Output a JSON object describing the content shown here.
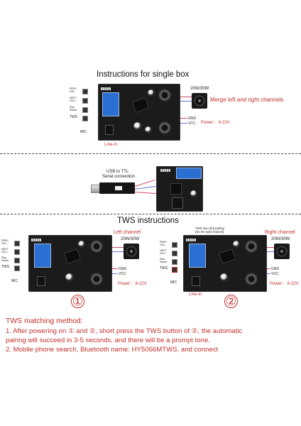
{
  "single": {
    "title": "Instructions for single box",
    "left_labels": [
      "PREV\nVOL-",
      "NEXT\nVOL+",
      "Play\nPause",
      "TWS"
    ],
    "mic": "MIC",
    "speaker_rating": "20W/30W",
    "merge_label": "Merge left and right channels",
    "gnd": "GND",
    "vcc": "VCC",
    "power": "Power： 8-22V",
    "line_in": "Line-in"
  },
  "serial": {
    "usb_label": "USB to TTL",
    "serial_label": "Serial connection"
  },
  "tws": {
    "title": "TWS instructions",
    "left_board": {
      "channel": "Left channel",
      "speaker_rating": "20W/30W",
      "left_labels": [
        "PREV\nVOL-",
        "NEXT\nVOL+",
        "Play\nPause",
        "TWS"
      ],
      "mic": "MIC",
      "gnd": "GND",
      "vcc": "VCC",
      "power": "Power： 8-22V",
      "number": "①"
    },
    "right_board": {
      "channel": "Right channel",
      "speaker_rating": "20W/30W",
      "pairing_note": "TWS one-click pairing\n(Do the right channel)",
      "left_labels": [
        "PREV\nVOL-",
        "NEXT\nVOL+",
        "Play\nPause",
        "TWS"
      ],
      "mic": "MIC",
      "gnd": "GND",
      "vcc": "VCC",
      "power": "Power： 8-22V",
      "line_in": "Line-in",
      "number": "②"
    }
  },
  "instructions": {
    "heading": "TWS matching method:",
    "line1": "1. After powering on ① and ②, short press the TWS button of ②, the automatic",
    "line2": "pairing will succeed in 3-5 seconds, and there will be a prompt tone.",
    "line3": "2. Mobile phone search, Bluetooth name: HY5066MTWS, and connect"
  },
  "colors": {
    "accent_red": "#c0302a",
    "board": "#1b1b1b",
    "bluetooth_module": "#2a6fd1"
  }
}
